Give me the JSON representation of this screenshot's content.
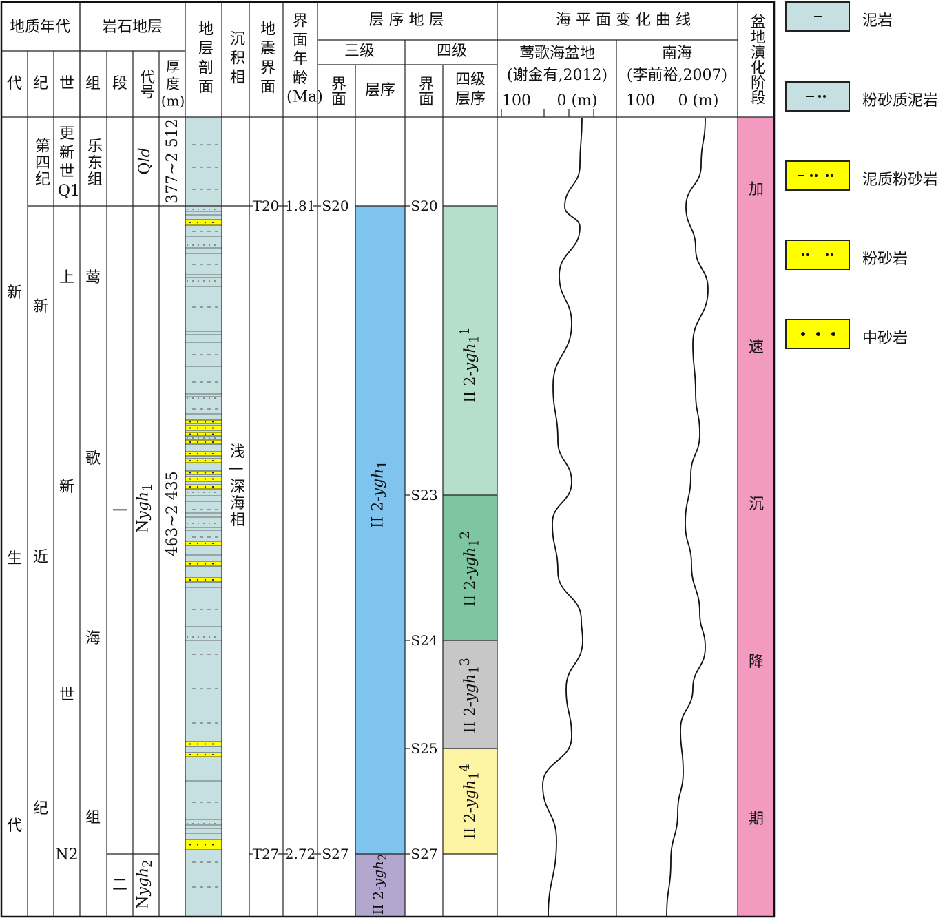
{
  "header": {
    "geo_age": "地质年代",
    "lith_strat": "岩石地层",
    "section": "地层剖面",
    "facies_head": "沉积相",
    "seismic": "地震界面",
    "age_head": "界面年龄(Ma)",
    "seq_strat": "层 序 地 层",
    "third": "三级",
    "fourth": "四级",
    "sealevel": "海 平 面 变 化 曲 线",
    "evolution": "盆地演化阶段",
    "era": "代",
    "period": "纪",
    "epoch": "世",
    "formation": "组",
    "member": "段",
    "code": "代号",
    "thickness": "厚度(m)",
    "bound3": "界面",
    "seq3": "层序",
    "bound4": "界面",
    "seq4": "四级层序",
    "yinggehai": "莺歌海盆地",
    "yinggehai_ref": "(谢金有,2012)",
    "nanhai": "南海",
    "nanhai_ref": "(李前裕,2007)",
    "scale_a": "100",
    "scale_b": "0 (m)"
  },
  "quaternary": {
    "period": "第四纪",
    "epoch": "更新世Q1",
    "formation": "乐东组",
    "code_main": "Q",
    "code_sub": "ld",
    "thickness": "377~2 512"
  },
  "neogene": {
    "era": [
      "新",
      "生",
      "代"
    ],
    "period": [
      "新",
      "近",
      "纪"
    ],
    "epoch": [
      "上",
      "新",
      "世"
    ],
    "epoch_code": "N2",
    "formation": [
      "莺",
      "歌",
      "海",
      "组"
    ],
    "member1": "一",
    "member2": "二",
    "code1_prefix": "N",
    "code1_main": "ygh",
    "code1_sub": "1",
    "code2_prefix": "N",
    "code2_main": "ygh",
    "code2_sub": "2",
    "thickness": "463~2 435",
    "facies": "浅—深海相"
  },
  "surfaces": [
    {
      "seismic": "T20",
      "age": "1.81",
      "bound3": "S20",
      "bound4": "S20"
    },
    {
      "bound4": "S23"
    },
    {
      "bound4": "S24"
    },
    {
      "bound4": "S25"
    },
    {
      "seismic": "T27",
      "age": "2.72",
      "bound3": "S27",
      "bound4": "S27"
    }
  ],
  "sequences3": [
    {
      "prefix": "II 2-",
      "main": "ygh",
      "sub": "1",
      "sup": "",
      "color": "#7ec4ee"
    },
    {
      "prefix": "II 2-",
      "main": "ygh",
      "sub": "2",
      "sup": "",
      "color": "#b3a7cf"
    }
  ],
  "sequences4": [
    {
      "prefix": "II 2-",
      "main": "ygh",
      "sub": "1",
      "sup": "1",
      "color": "#b5dfca"
    },
    {
      "prefix": "II 2-",
      "main": "ygh",
      "sub": "1",
      "sup": "2",
      "color": "#7ec5a1"
    },
    {
      "prefix": "II 2-",
      "main": "ygh",
      "sub": "1",
      "sup": "3",
      "color": "#c7c7c7"
    },
    {
      "prefix": "II 2-",
      "main": "ygh",
      "sub": "1",
      "sup": "4",
      "color": "#fef5a4"
    }
  ],
  "evolution_stage": [
    "加",
    "速",
    "沉",
    "降",
    "期"
  ],
  "evolution_color": "#f29ac0",
  "lithology_colors": {
    "mud": "#c6e0e2",
    "sand": "#ffff00"
  },
  "legend": [
    {
      "label": "泥岩",
      "pattern": "mudstone",
      "color": "#c6e0e2"
    },
    {
      "label": "粉砂质泥岩",
      "pattern": "silty-mudstone",
      "color": "#c6e0e2"
    },
    {
      "label": "泥质粉砂岩",
      "pattern": "argillaceous-siltstone",
      "color": "#ffff00"
    },
    {
      "label": "粉砂岩",
      "pattern": "siltstone",
      "color": "#ffff00"
    },
    {
      "label": "中砂岩",
      "pattern": "medium-sandstone",
      "color": "#ffff00"
    }
  ]
}
